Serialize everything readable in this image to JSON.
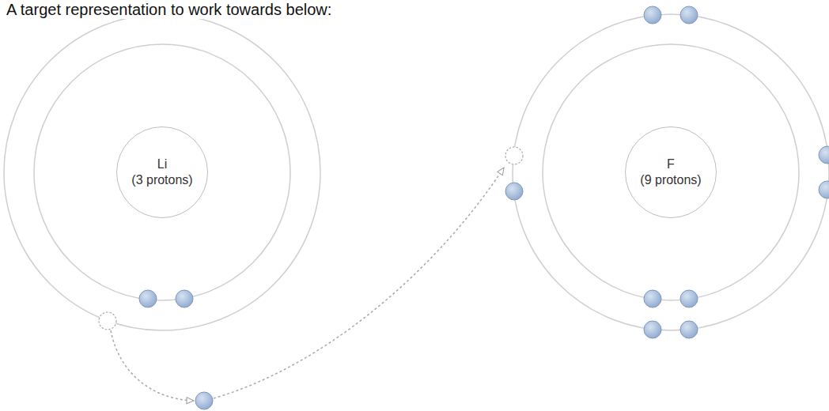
{
  "diagram": {
    "title": "A target representation to work towards below:",
    "nodes": [
      {
        "text": [
          "Li",
          "(3 protons)"
        ]
      },
      {
        "text": [
          "F",
          "(9 protons)"
        ]
      }
    ]
  }
}
